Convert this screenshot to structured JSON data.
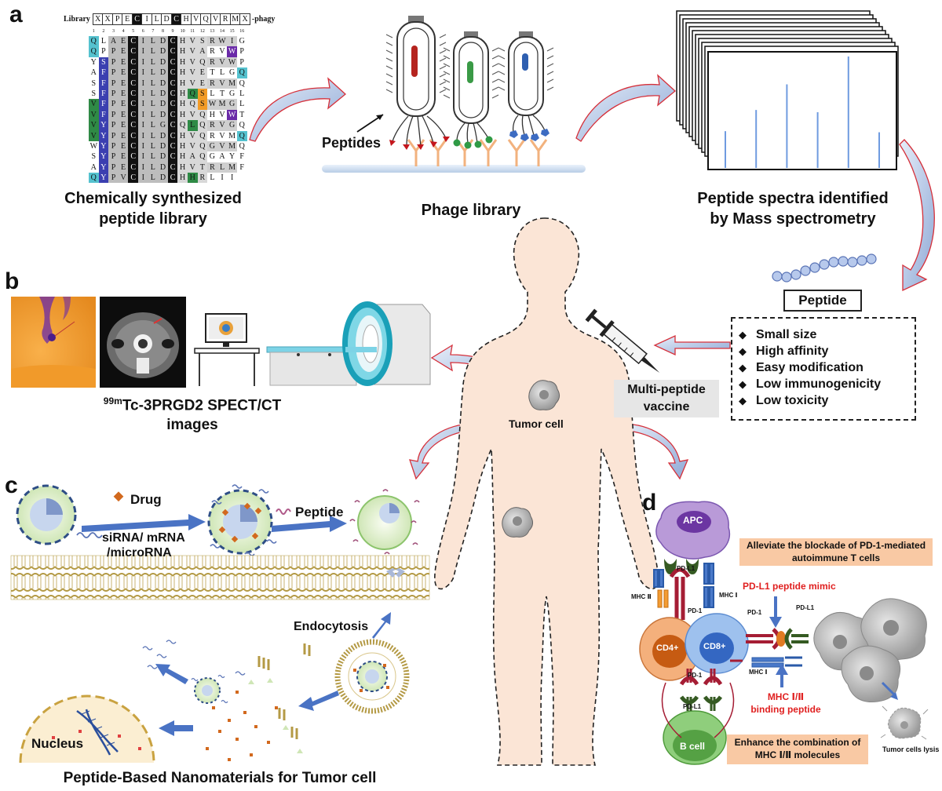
{
  "panels": {
    "a": "a",
    "b": "b",
    "c": "c",
    "d": "d"
  },
  "library": {
    "header_label": "Library",
    "header_seq": [
      "X",
      "X",
      "P",
      "E",
      "C",
      "I",
      "L",
      "D",
      "C",
      "H",
      "V",
      "Q",
      "V",
      "R",
      "M",
      "X"
    ],
    "header_suffix": "-phagy",
    "column_numbers": [
      "1",
      "2",
      "3",
      "4",
      "5",
      "6",
      "7",
      "8",
      "9",
      "10",
      "11",
      "12",
      "13",
      "14",
      "15",
      "16"
    ],
    "rows": [
      "QLAECILDCHVSRWIG",
      "QPPECILDCHVARVWP",
      "YSPECILDCHVQRVWP",
      "AFPECILDCHVETLGQ",
      "SFPECILDCHVERVMQ",
      "SFPECILDCHQSLTGL",
      "VFPECILDCHQSWMGL",
      "VFPECILDCHVQHVWT",
      "VYPECILGCQLQRVGQ",
      "VYPECILDCHVQRVMQ",
      "WYPECILDCHVQGVMQ",
      "SYPECILDCHAQGAYF",
      "AYPECILDCHVTRLMF",
      "QYPVCILDCHHRLII "
    ],
    "caption": [
      "Chemically synthesized",
      "peptide library"
    ]
  },
  "phage": {
    "peptides_label": "Peptides",
    "caption": "Phage library"
  },
  "ms": {
    "caption": [
      "Peptide spectra identified",
      "by Mass spectrometry"
    ],
    "peaks": [
      0.33,
      0.52,
      0.75,
      0.5,
      1.0,
      0.32
    ]
  },
  "peptide": {
    "label": "Peptide",
    "properties": [
      "Small size",
      "High affinity",
      "Easy modification",
      "Low immunogenicity",
      "Low toxicity"
    ]
  },
  "imaging": {
    "caption_sup": "99m",
    "caption_main": "Tc-3PRGD2 SPECT/CT images"
  },
  "body": {
    "tumor_label": "Tumor cell",
    "vaccine_label": [
      "Multi-peptide",
      "vaccine"
    ]
  },
  "nano": {
    "drug_label": "Drug",
    "rna_label": [
      "siRNA/ mRNA",
      "/microRNA"
    ],
    "peptide_label": "Peptide",
    "endocytosis_label": "Endocytosis",
    "nucleus_label": "Nucleus",
    "caption": "Peptide-Based Nanomaterials for Tumor cell"
  },
  "immune": {
    "apc": "APC",
    "cd4": "CD4+",
    "cd8": "CD8+",
    "bcell": "B cell",
    "pdl1": "PD-L1",
    "pd1": "PD-1",
    "mhc1": "MHC Ⅰ",
    "mhc2": "MHC Ⅱ",
    "note_top": [
      "Alleviate the blockade of PD-1-mediated",
      "autoimmune T cells"
    ],
    "pdl1_mimic": "PD-L1 peptide mimic",
    "mhc_binding": [
      "MHC Ⅰ/Ⅱ",
      "binding peptide"
    ],
    "note_bottom": [
      "Enhance the combination of",
      "MHC Ⅰ/Ⅱ molecules"
    ],
    "lysis": "Tumor cells lysis"
  },
  "colors": {
    "blue_arrow": "#8fa9d6",
    "red_arrow": "#d6303a",
    "body": "#fbe5d6",
    "accent_red": "#e02020"
  }
}
